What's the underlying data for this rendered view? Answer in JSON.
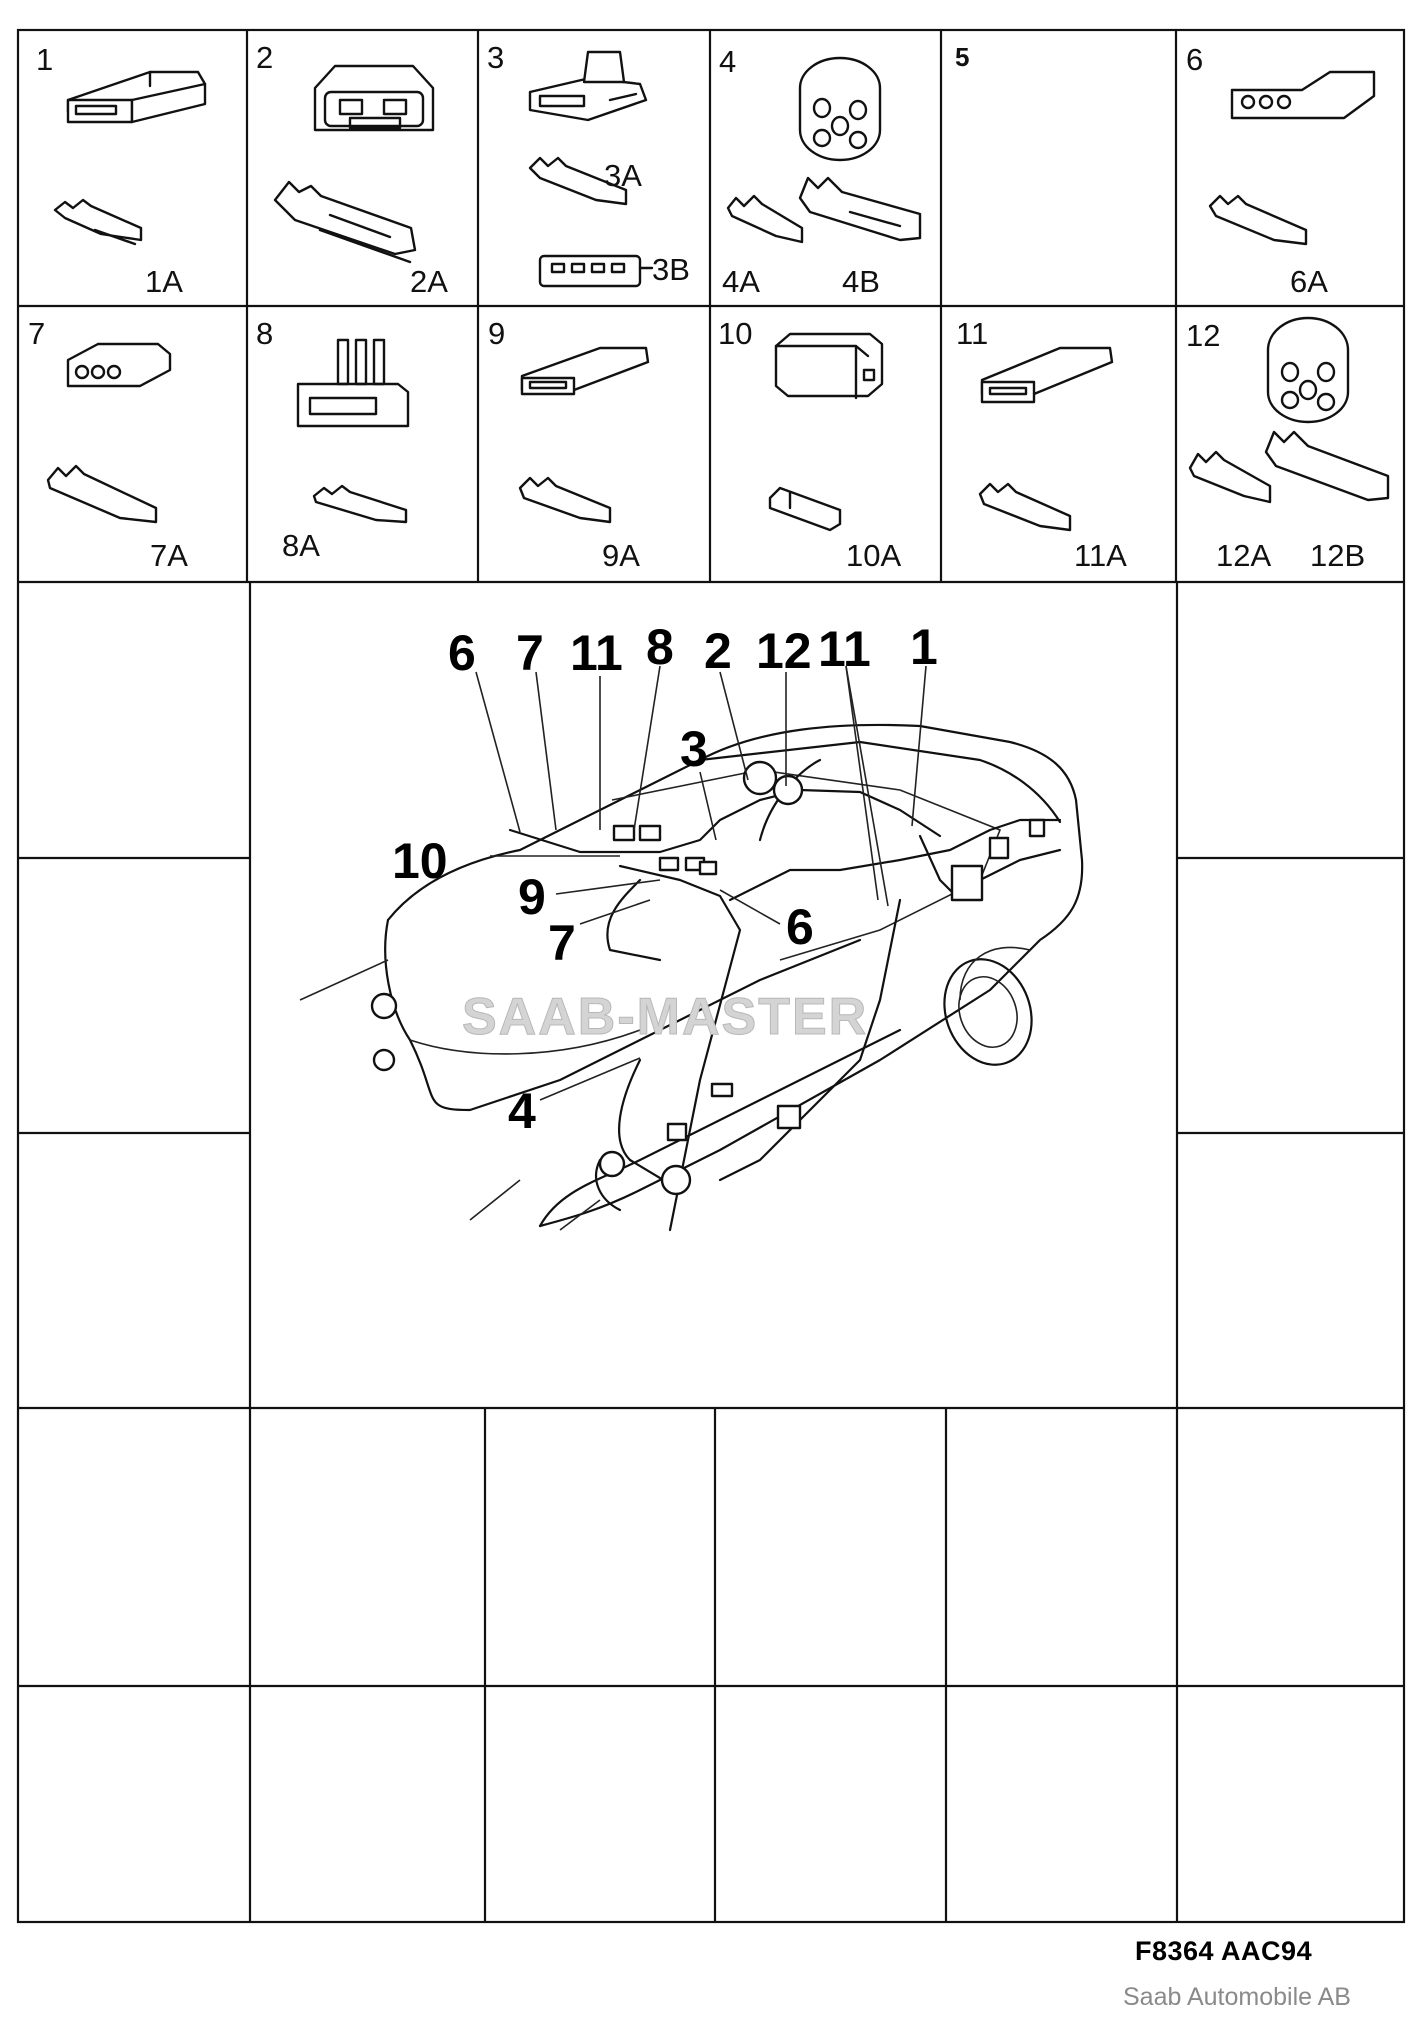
{
  "connector_grid": {
    "cells": [
      {
        "number": "1",
        "parts": [
          "1A"
        ]
      },
      {
        "number": "2",
        "parts": [
          "2A"
        ]
      },
      {
        "number": "3",
        "parts": [
          "3A",
          "3B"
        ]
      },
      {
        "number": "4",
        "parts": [
          "4A",
          "4B"
        ]
      },
      {
        "number": "5",
        "parts": []
      },
      {
        "number": "6",
        "parts": [
          "6A"
        ]
      },
      {
        "number": "7",
        "parts": [
          "7A"
        ]
      },
      {
        "number": "8",
        "parts": [
          "8A"
        ]
      },
      {
        "number": "9",
        "parts": [
          "9A"
        ]
      },
      {
        "number": "10",
        "parts": [
          "10A"
        ]
      },
      {
        "number": "11",
        "parts": [
          "11A"
        ]
      },
      {
        "number": "12",
        "parts": [
          "12A",
          "12B"
        ]
      }
    ]
  },
  "vehicle_view": {
    "callouts_top": [
      "6",
      "7",
      "11",
      "8",
      "2",
      "12",
      "11",
      "1"
    ],
    "callout_3": "3",
    "callout_10": "10",
    "callout_9": "9",
    "callout_7": "7",
    "callout_6": "6",
    "callout_4": "4",
    "watermark": "SAAB-MASTER"
  },
  "footer": {
    "figure_code": "F8364  AAC94",
    "copyright": "Saab Automobile AB"
  }
}
